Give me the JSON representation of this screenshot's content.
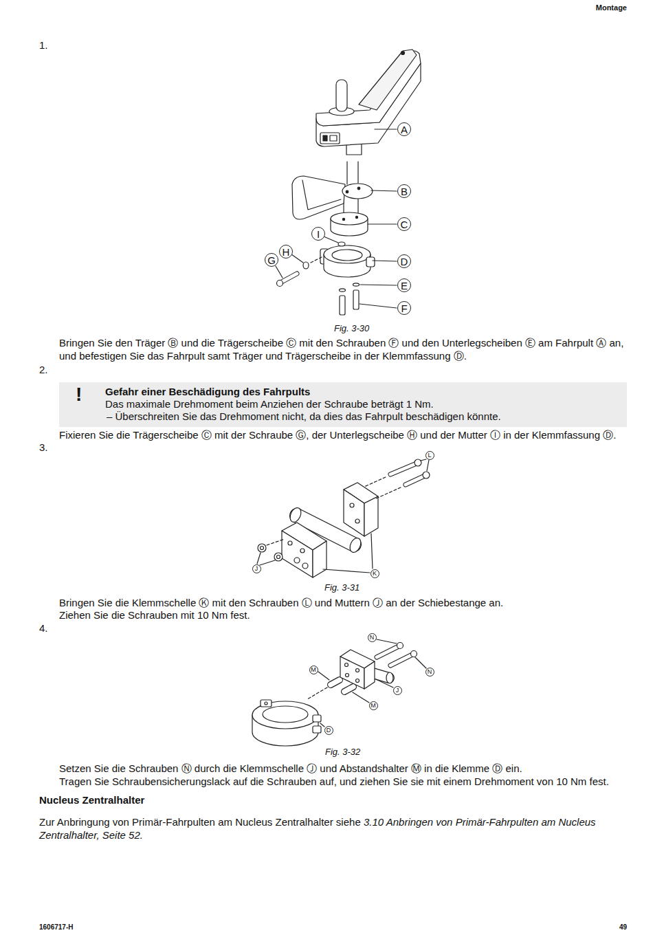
{
  "diagram": {
    "nodes": [
      {
        "text": [
          "A"
        ]
      },
      {
        "text": [
          "B"
        ]
      },
      {
        "text": [
          "C"
        ]
      },
      {
        "text": [
          "D"
        ]
      },
      {
        "text": [
          "E"
        ]
      },
      {
        "text": [
          "F"
        ]
      },
      {
        "text": [
          "G"
        ]
      },
      {
        "text": [
          "H"
        ]
      },
      {
        "text": [
          "I"
        ]
      },
      {
        "text": [
          "!",
          "Gefahr einer Beschädigung des Fahrpults",
          "Das maximale Drehmoment beim Anziehen der Schraube beträgt 1 Nm.",
          "– Überschreiten Sie das Drehmoment nicht, da dies das Fahrpult beschädigen könnte."
        ]
      },
      {
        "text": [
          "L"
        ]
      },
      {
        "text": [
          "J"
        ]
      },
      {
        "text": [
          "K"
        ]
      },
      {
        "text": [
          "N"
        ]
      },
      {
        "text": [
          "N"
        ]
      },
      {
        "text": [
          "M"
        ]
      },
      {
        "text": [
          "J"
        ]
      },
      {
        "text": [
          "M"
        ]
      },
      {
        "text": [
          "D"
        ]
      }
    ],
    "labels": [
      "Montage",
      "1.",
      "Fig. 3-30",
      "Bringen Sie den Träger Ⓑ und die Trägerscheibe Ⓒ mit den Schrauben Ⓕ und den Unterlegscheiben Ⓔ am Fahrpult Ⓐ an, und befestigen Sie das Fahrpult samt Träger und Trägerscheibe in der Klemmfassung Ⓓ.",
      "2.",
      "Fixieren Sie die Trägerscheibe Ⓒ mit der Schraube Ⓖ, der Unterlegscheibe Ⓗ und der Mutter Ⓘ in der Klemmfassung Ⓓ.",
      "3.",
      "Fig. 3-31",
      "Bringen Sie die Klemmschelle Ⓚ mit den Schrauben Ⓛ und Muttern Ⓙ an der Schiebestange an.",
      "Ziehen Sie die Schrauben mit 10 Nm fest.",
      "4.",
      "Fig. 3-32",
      "Setzen Sie die Schrauben Ⓝ durch die Klemmschelle Ⓙ und Abstandshalter Ⓜ in die Klemme Ⓓ ein.",
      "Tragen Sie Schraubensicherungslack auf die Schrauben auf, und ziehen Sie sie mit einem Drehmoment von 10 Nm fest.",
      "Nucleus Zentralhalter",
      "Zur Anbringung von Primär-Fahrpulten am Nucleus Zentralhalter siehe",
      "3.10 Anbringen von Primär-Fahrpulten am Nucleus Zentralhalter, Seite 52.",
      "1606717-H",
      "49"
    ]
  }
}
